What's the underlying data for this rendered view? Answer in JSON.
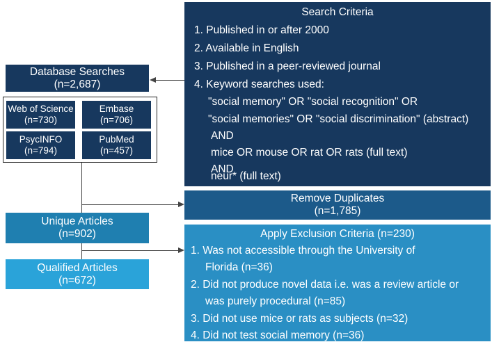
{
  "search_criteria": {
    "title": "Search Criteria",
    "items": [
      "1. Published in or after 2000",
      "2. Available in English",
      "3. Published in a peer-reviewed journal",
      "4. Keyword searches used:"
    ],
    "keywords": [
      "\"social memory\" OR \"social recognition\" OR",
      "\"social memories\" OR \"social discrimination\" (abstract)",
      "AND",
      "mice OR mouse OR rat OR  rats (full text)",
      "AND",
      "neur* (full text)"
    ]
  },
  "database_searches": {
    "title": "Database Searches",
    "count": "(n=2,687)"
  },
  "sources": [
    {
      "name": "Web of Science",
      "count": "(n=730)"
    },
    {
      "name": "Embase",
      "count": "(n=706)"
    },
    {
      "name": "PsycINFO",
      "count": "(n=794)"
    },
    {
      "name": "PubMed",
      "count": "(n=457)"
    }
  ],
  "remove_duplicates": {
    "title": "Remove Duplicates",
    "count": "(n=1,785)"
  },
  "unique_articles": {
    "title": "Unique Articles",
    "count": "(n=902)"
  },
  "qualified_articles": {
    "title": "Qualified Articles",
    "count": "(n=672)"
  },
  "exclusion": {
    "title": "Apply Exclusion Criteria (n=230)",
    "lines": [
      "1. Was not accessible through the University of",
      "    Florida (n=36)",
      "2. Did not produce novel data  i.e. was a review article or",
      "    was purely procedural (n=85)",
      "3. Did not use mice or rats as subjects (n=32)",
      "4. Did not test social memory (n=36)"
    ]
  },
  "colors": {
    "navy": "#17385e",
    "mid": "#1c5a8a",
    "teal": "#1f7fb0",
    "sky": "#2aa3d9",
    "line": "#444444"
  }
}
